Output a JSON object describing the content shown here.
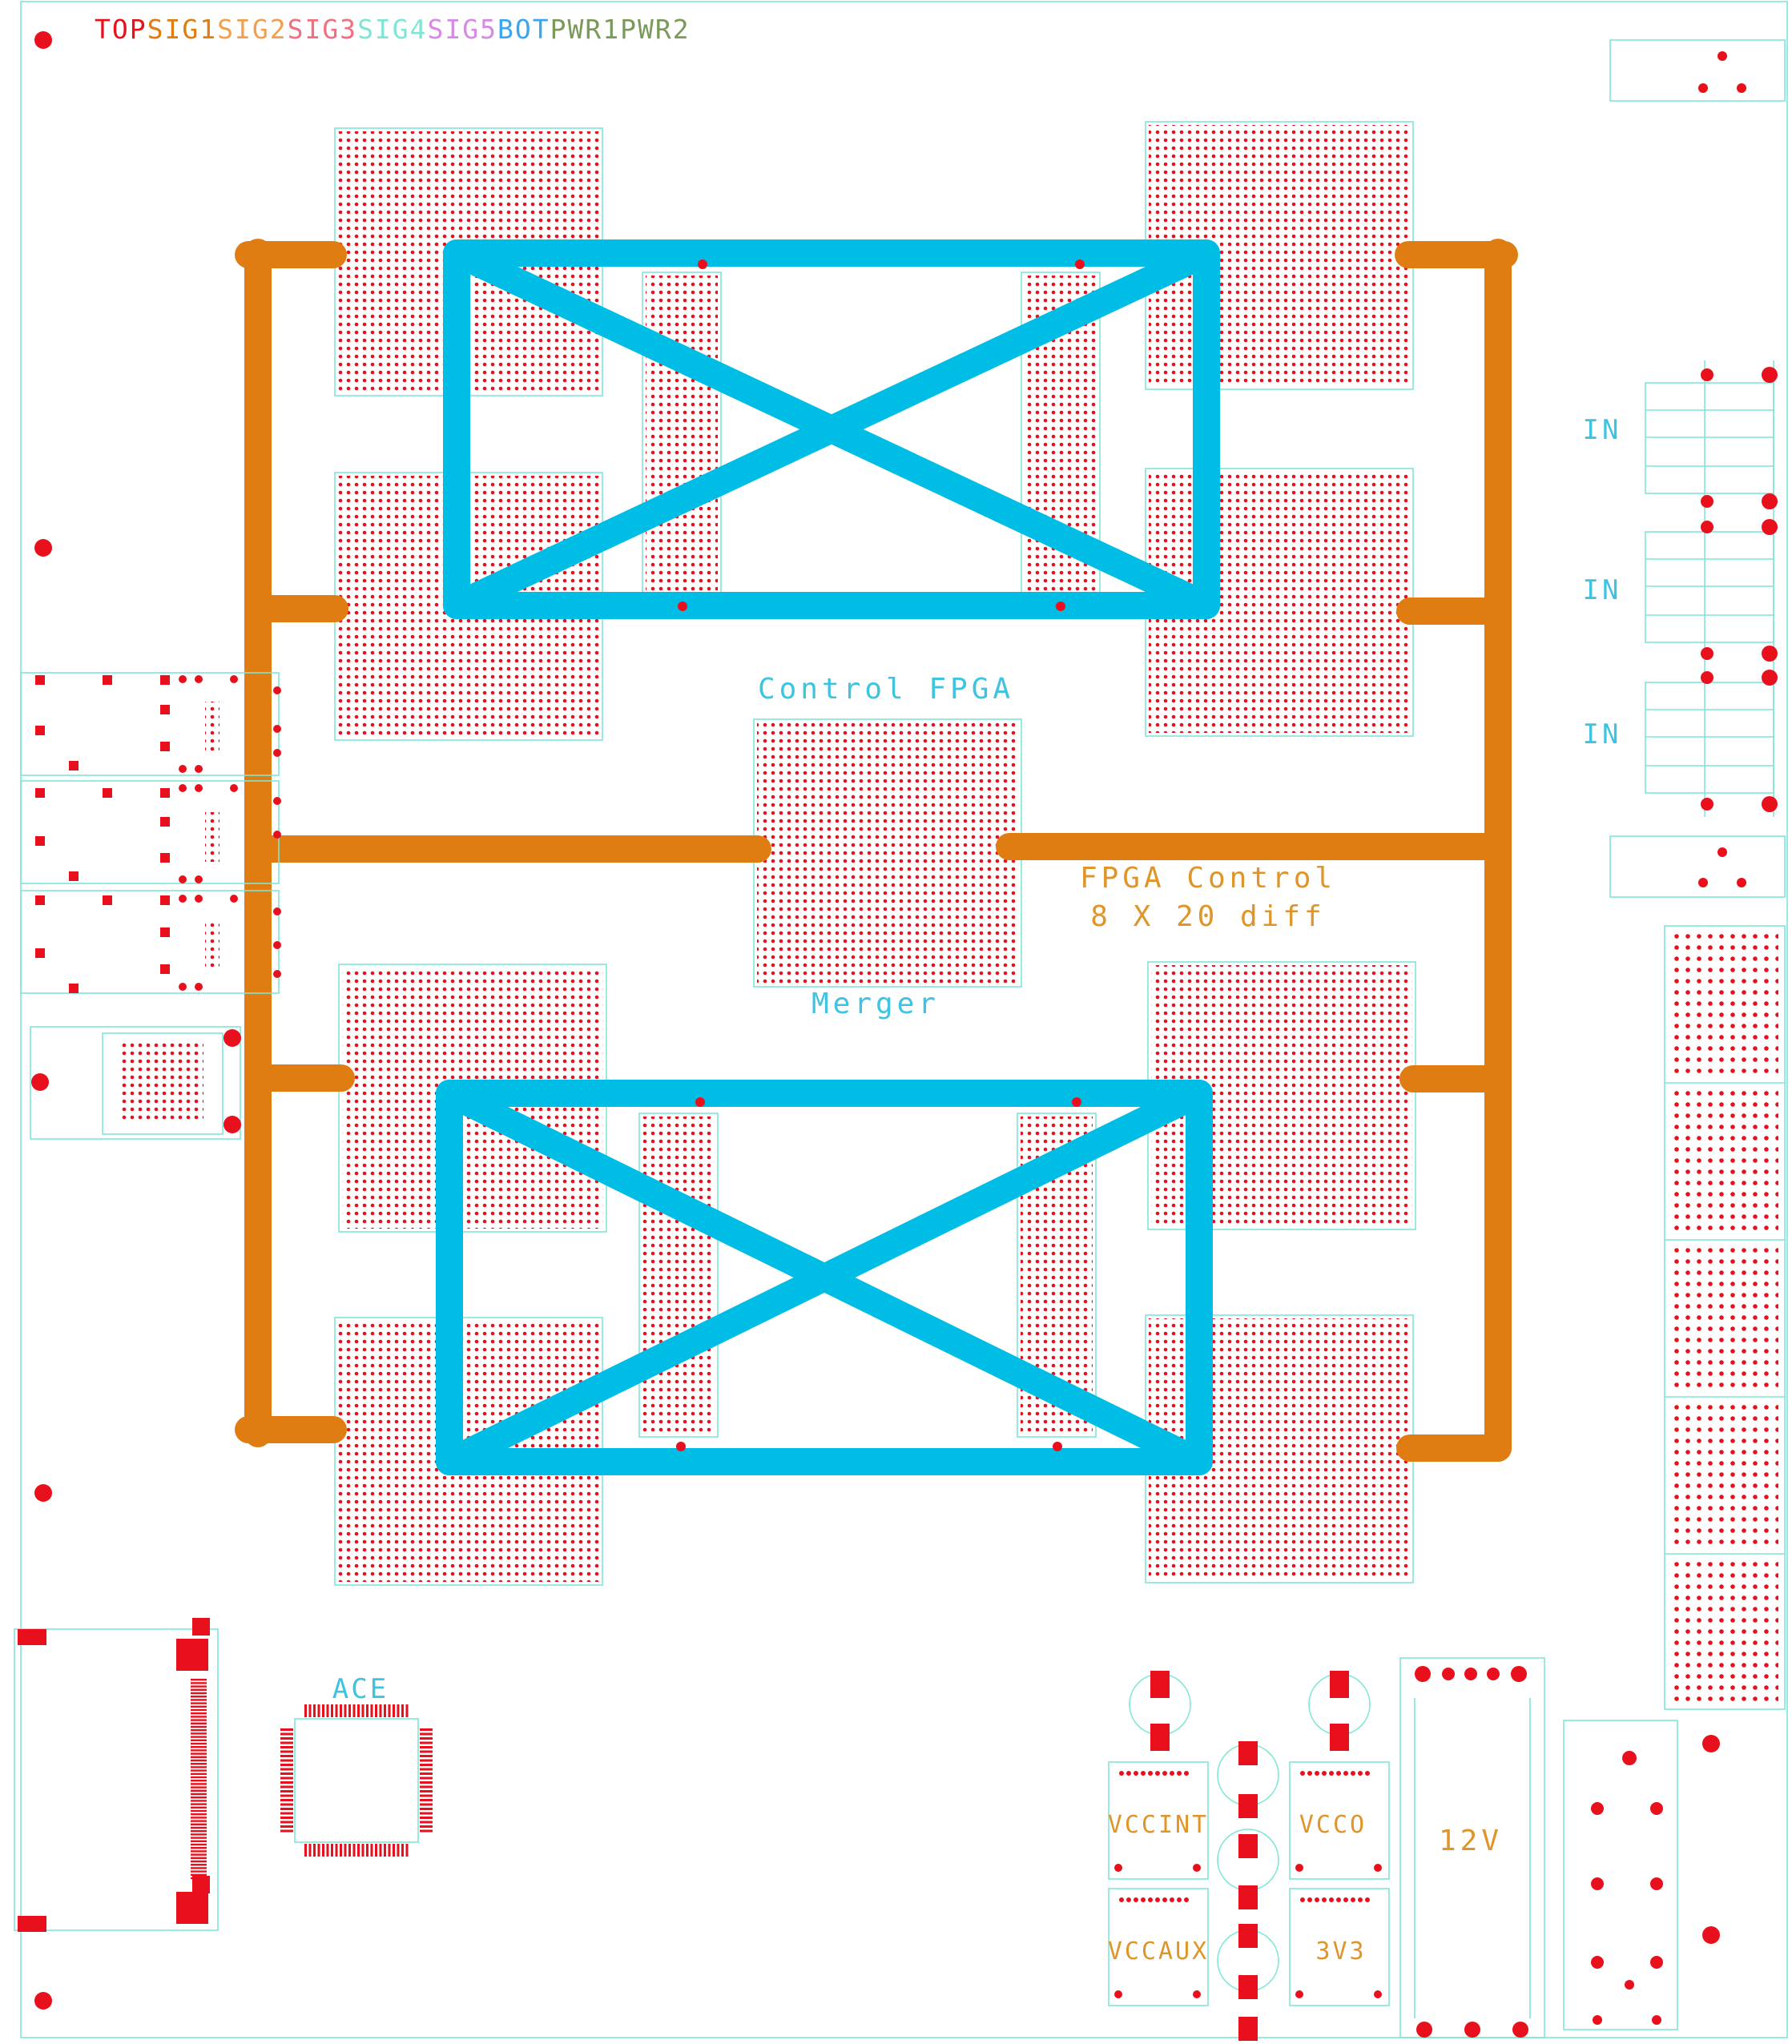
{
  "layer_legend": [
    {
      "label": "TOP",
      "color": "#e8101c"
    },
    {
      "label": "SIG1",
      "color": "#e07d12"
    },
    {
      "label": "SIG2",
      "color": "#f0a050"
    },
    {
      "label": "SIG3",
      "color": "#f07080"
    },
    {
      "label": "SIG4",
      "color": "#7fe6d6"
    },
    {
      "label": "SIG5",
      "color": "#d68ae6"
    },
    {
      "label": "BOT",
      "color": "#3aa6f0"
    },
    {
      "label": "PWR1",
      "color": "#7a9a5a"
    },
    {
      "label": "PWR2",
      "color": "#7a9a5a"
    }
  ],
  "labels": {
    "control_fpga": "Control FPGA",
    "merger": "Merger",
    "fpga_control_line1": "FPGA Control",
    "fpga_control_line2": "8 X 20 diff",
    "ace": "ACE",
    "in_1": "IN",
    "in_2": "IN",
    "in_3": "IN",
    "vccint": "VCCINT",
    "vcco": "VCCO",
    "vccaux": "VCCAUX",
    "v3v3": "3V3",
    "v12": "12V"
  },
  "colors": {
    "pad": "#e8101c",
    "outline": "#7fe6d6",
    "cyan_trace": "#00bde6",
    "orange_trace": "#e07d12",
    "orange_label": "#e0952a",
    "cyan_label": "#3ec3e0"
  }
}
